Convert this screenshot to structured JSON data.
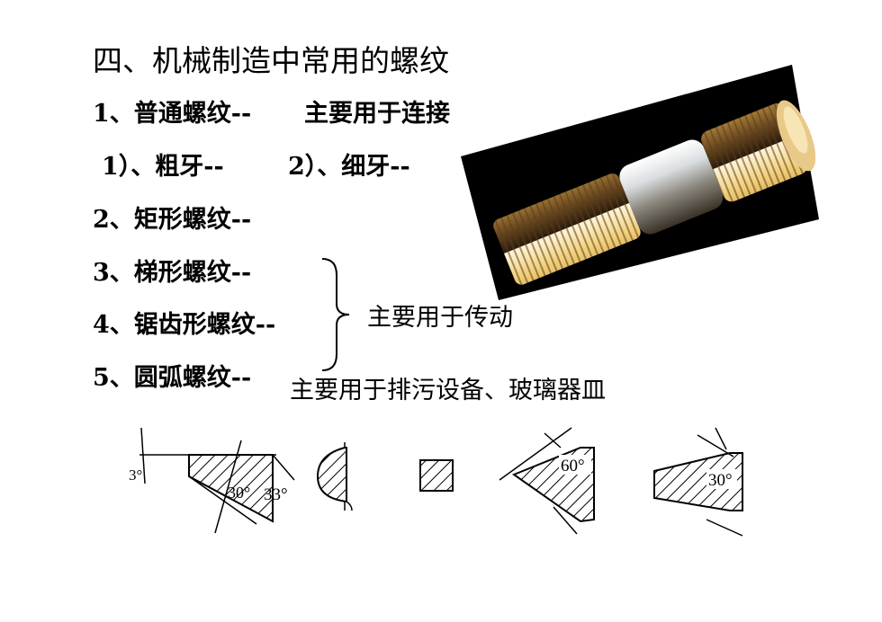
{
  "title": "四、机械制造中常用的螺纹",
  "items": [
    {
      "label": "1、普通螺纹--",
      "note": "主要用于连接"
    },
    {
      "label": "1）、粗牙--",
      "note": "2）、细牙--"
    },
    {
      "label": "2、矩形螺纹--"
    },
    {
      "label": "3、梯形螺纹--"
    },
    {
      "label": "4、锯齿形螺纹--"
    },
    {
      "label": "5、圆弧螺纹--",
      "note": "主要用于排污设备、玻璃器皿"
    }
  ],
  "brace_note": "主要用于传动",
  "diagram_labels": {
    "buttress_small": "3°",
    "buttress_30": "30°",
    "buttress_33": "33°",
    "triangle_60": "60°",
    "trapezoid_30": "30°"
  },
  "photo": {
    "icon": "threaded-stud-photo",
    "background": "#000000"
  }
}
